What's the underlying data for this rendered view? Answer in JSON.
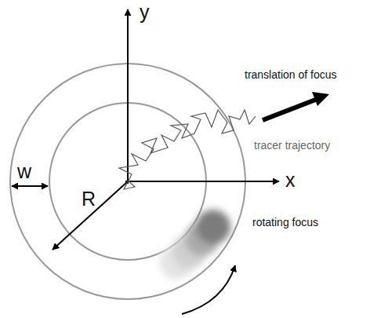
{
  "diagram": {
    "labels": [
      "y",
      "x",
      "R",
      "w",
      "translation of focus",
      "tracer trajectory",
      "rotating focus"
    ]
  }
}
